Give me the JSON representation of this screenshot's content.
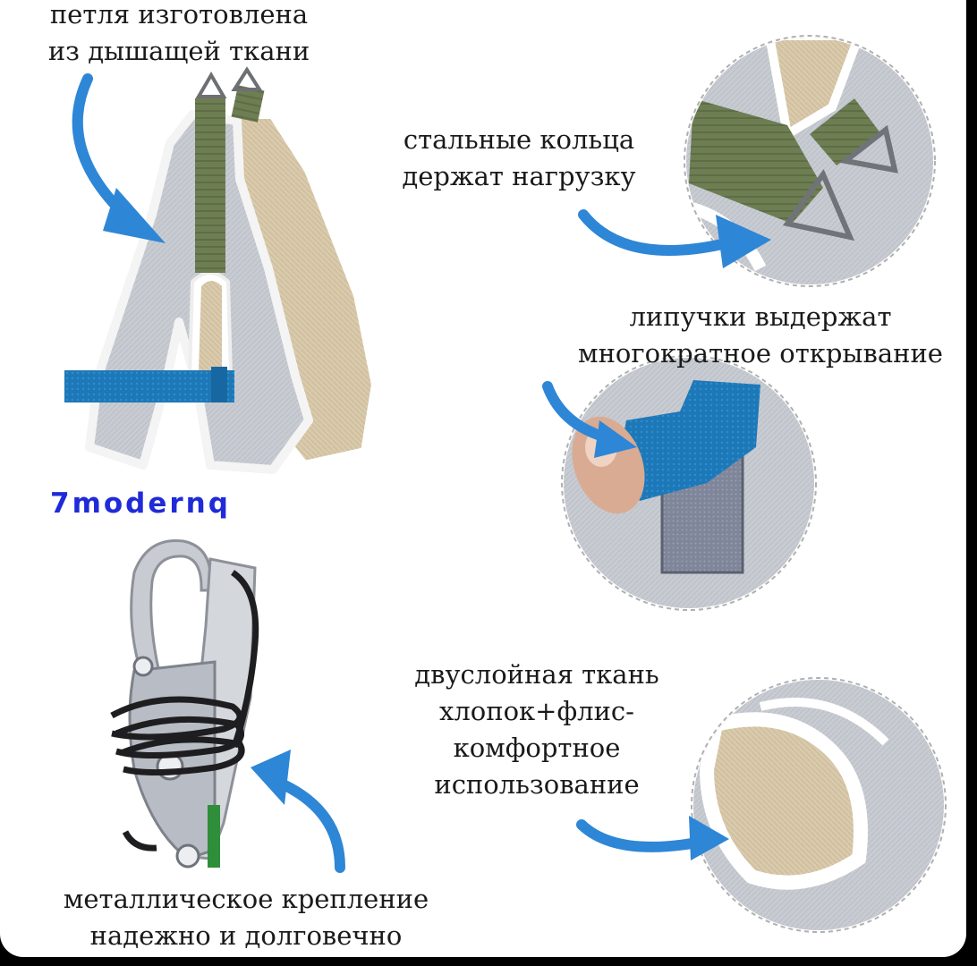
{
  "brand": {
    "watermark": "7modernq"
  },
  "captions": {
    "loop": {
      "line1": "петля изготовлена",
      "line2": "из дышащей ткани"
    },
    "rings": {
      "line1": "стальные кольца",
      "line2": "держат нагрузку"
    },
    "velcro": {
      "line1": "липучки выдержат",
      "line2": "многократное открывание"
    },
    "fabric": {
      "line1": "двуслойная ткань",
      "line2": "хлопок+флис-",
      "line3": "комфортное",
      "line4": "использование"
    },
    "buckle": {
      "line1": "металлическое крепление",
      "line2": "надежно и долговечно"
    }
  },
  "colors": {
    "background": "#ffffff",
    "fabric_gray": "#c9cdd3",
    "fabric_beige": "#d8c8aa",
    "strap_olive": "#6f7f54",
    "velcro_blue": "#1e78b8",
    "arrow_blue": "#2e86d6",
    "brand_blue": "#1f2bd8"
  },
  "icons": [
    "arrow-icon",
    "steel-ring-icon",
    "metal-hook-icon",
    "cord-icon"
  ]
}
